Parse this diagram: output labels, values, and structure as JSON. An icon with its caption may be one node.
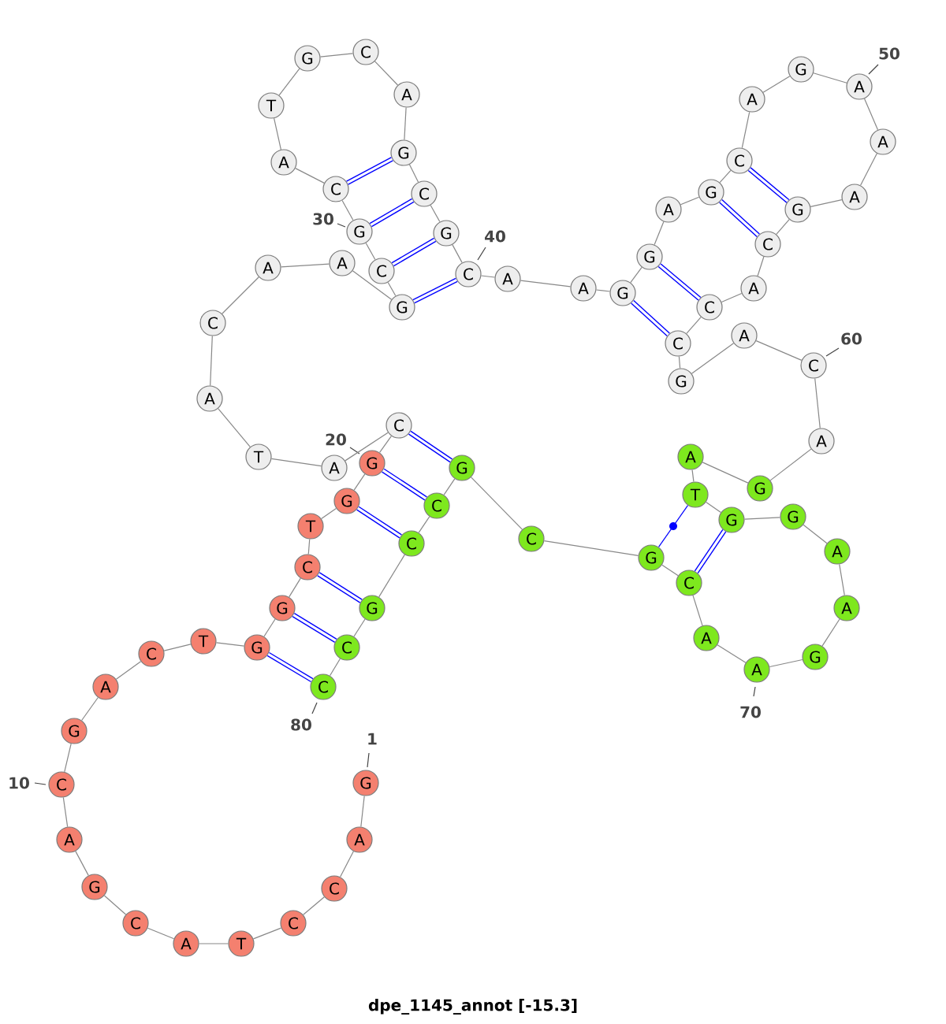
{
  "diagram": {
    "caption": "dpe_1145_annot [-15.3]",
    "nodes": [
      {
        "text": [
          "G"
        ],
        "beside": [
          "1"
        ]
      },
      {
        "text": [
          "A"
        ]
      },
      {
        "text": [
          "C"
        ]
      },
      {
        "text": [
          "C"
        ]
      },
      {
        "text": [
          "T"
        ]
      },
      {
        "text": [
          "A"
        ]
      },
      {
        "text": [
          "C"
        ]
      },
      {
        "text": [
          "G"
        ]
      },
      {
        "text": [
          "A"
        ]
      },
      {
        "text": [
          "C"
        ],
        "beside": [
          "10"
        ]
      },
      {
        "text": [
          "G"
        ]
      },
      {
        "text": [
          "A"
        ]
      },
      {
        "text": [
          "C"
        ]
      },
      {
        "text": [
          "T"
        ]
      },
      {
        "text": [
          "G"
        ]
      },
      {
        "text": [
          "G"
        ]
      },
      {
        "text": [
          "C"
        ]
      },
      {
        "text": [
          "T"
        ]
      },
      {
        "text": [
          "G"
        ]
      },
      {
        "text": [
          "G"
        ],
        "beside": [
          "20"
        ]
      },
      {
        "text": [
          "C"
        ]
      },
      {
        "text": [
          "A"
        ]
      },
      {
        "text": [
          "T"
        ]
      },
      {
        "text": [
          "A"
        ]
      },
      {
        "text": [
          "C"
        ]
      },
      {
        "text": [
          "A"
        ]
      },
      {
        "text": [
          "A"
        ]
      },
      {
        "text": [
          "G"
        ]
      },
      {
        "text": [
          "C"
        ]
      },
      {
        "text": [
          "G"
        ],
        "beside": [
          "30"
        ]
      },
      {
        "text": [
          "C"
        ]
      },
      {
        "text": [
          "A"
        ]
      },
      {
        "text": [
          "T"
        ]
      },
      {
        "text": [
          "G"
        ]
      },
      {
        "text": [
          "C"
        ]
      },
      {
        "text": [
          "A"
        ]
      },
      {
        "text": [
          "G"
        ]
      },
      {
        "text": [
          "C"
        ]
      },
      {
        "text": [
          "G"
        ]
      },
      {
        "text": [
          "C"
        ],
        "beside": [
          "40"
        ]
      },
      {
        "text": [
          "A"
        ]
      },
      {
        "text": [
          "A"
        ]
      },
      {
        "text": [
          "G"
        ]
      },
      {
        "text": [
          "G"
        ]
      },
      {
        "text": [
          "A"
        ]
      },
      {
        "text": [
          "G"
        ]
      },
      {
        "text": [
          "C"
        ]
      },
      {
        "text": [
          "A"
        ]
      },
      {
        "text": [
          "G"
        ]
      },
      {
        "text": [
          "A"
        ],
        "beside": [
          "50"
        ]
      },
      {
        "text": [
          "A"
        ]
      },
      {
        "text": [
          "A"
        ]
      },
      {
        "text": [
          "G"
        ]
      },
      {
        "text": [
          "C"
        ]
      },
      {
        "text": [
          "A"
        ]
      },
      {
        "text": [
          "C"
        ]
      },
      {
        "text": [
          "C"
        ]
      },
      {
        "text": [
          "G"
        ]
      },
      {
        "text": [
          "A"
        ]
      },
      {
        "text": [
          "C"
        ],
        "beside": [
          "60"
        ]
      },
      {
        "text": [
          "A"
        ]
      },
      {
        "text": [
          "G"
        ]
      },
      {
        "text": [
          "A"
        ]
      },
      {
        "text": [
          "T"
        ]
      },
      {
        "text": [
          "G"
        ]
      },
      {
        "text": [
          "G"
        ]
      },
      {
        "text": [
          "A"
        ]
      },
      {
        "text": [
          "A"
        ]
      },
      {
        "text": [
          "G"
        ]
      },
      {
        "text": [
          "A"
        ],
        "beside": [
          "70"
        ]
      },
      {
        "text": [
          "A"
        ]
      },
      {
        "text": [
          "C"
        ]
      },
      {
        "text": [
          "G"
        ]
      },
      {
        "text": [
          "C"
        ]
      },
      {
        "text": [
          "G"
        ]
      },
      {
        "text": [
          "C"
        ]
      },
      {
        "text": [
          "C"
        ]
      },
      {
        "text": [
          "G"
        ]
      },
      {
        "text": [
          "C"
        ]
      },
      {
        "text": [
          "C"
        ],
        "beside": [
          "80"
        ]
      }
    ],
    "edges": [
      {
        "from": 0,
        "to": 1,
        "arrow": "none"
      },
      {
        "from": 1,
        "to": 2,
        "arrow": "none"
      },
      {
        "from": 2,
        "to": 3,
        "arrow": "none"
      },
      {
        "from": 3,
        "to": 4,
        "arrow": "none"
      },
      {
        "from": 4,
        "to": 5,
        "arrow": "none"
      },
      {
        "from": 5,
        "to": 6,
        "arrow": "none"
      },
      {
        "from": 6,
        "to": 7,
        "arrow": "none"
      },
      {
        "from": 7,
        "to": 8,
        "arrow": "none"
      },
      {
        "from": 8,
        "to": 9,
        "arrow": "none"
      },
      {
        "from": 9,
        "to": 10,
        "arrow": "none"
      },
      {
        "from": 10,
        "to": 11,
        "arrow": "none"
      },
      {
        "from": 11,
        "to": 12,
        "arrow": "none"
      },
      {
        "from": 12,
        "to": 13,
        "arrow": "none"
      },
      {
        "from": 13,
        "to": 14,
        "arrow": "none"
      },
      {
        "from": 14,
        "to": 15,
        "arrow": "none"
      },
      {
        "from": 15,
        "to": 16,
        "arrow": "none"
      },
      {
        "from": 16,
        "to": 17,
        "arrow": "none"
      },
      {
        "from": 17,
        "to": 18,
        "arrow": "none"
      },
      {
        "from": 18,
        "to": 19,
        "arrow": "none"
      },
      {
        "from": 19,
        "to": 20,
        "arrow": "none"
      },
      {
        "from": 20,
        "to": 21,
        "arrow": "none"
      },
      {
        "from": 21,
        "to": 22,
        "arrow": "none"
      },
      {
        "from": 22,
        "to": 23,
        "arrow": "none"
      },
      {
        "from": 23,
        "to": 24,
        "arrow": "none"
      },
      {
        "from": 24,
        "to": 25,
        "arrow": "none"
      },
      {
        "from": 25,
        "to": 26,
        "arrow": "none"
      },
      {
        "from": 26,
        "to": 27,
        "arrow": "none"
      },
      {
        "from": 27,
        "to": 28,
        "arrow": "none"
      },
      {
        "from": 28,
        "to": 29,
        "arrow": "none"
      },
      {
        "from": 29,
        "to": 30,
        "arrow": "none"
      },
      {
        "from": 30,
        "to": 31,
        "arrow": "none"
      },
      {
        "from": 31,
        "to": 32,
        "arrow": "none"
      },
      {
        "from": 32,
        "to": 33,
        "arrow": "none"
      },
      {
        "from": 33,
        "to": 34,
        "arrow": "none"
      },
      {
        "from": 34,
        "to": 35,
        "arrow": "none"
      },
      {
        "from": 35,
        "to": 36,
        "arrow": "none"
      },
      {
        "from": 36,
        "to": 37,
        "arrow": "none"
      },
      {
        "from": 37,
        "to": 38,
        "arrow": "none"
      },
      {
        "from": 38,
        "to": 39,
        "arrow": "none"
      },
      {
        "from": 39,
        "to": 40,
        "arrow": "none"
      },
      {
        "from": 40,
        "to": 41,
        "arrow": "none"
      },
      {
        "from": 41,
        "to": 42,
        "arrow": "none"
      },
      {
        "from": 42,
        "to": 43,
        "arrow": "none"
      },
      {
        "from": 43,
        "to": 44,
        "arrow": "none"
      },
      {
        "from": 44,
        "to": 45,
        "arrow": "none"
      },
      {
        "from": 45,
        "to": 46,
        "arrow": "none"
      },
      {
        "from": 46,
        "to": 47,
        "arrow": "none"
      },
      {
        "from": 47,
        "to": 48,
        "arrow": "none"
      },
      {
        "from": 48,
        "to": 49,
        "arrow": "none"
      },
      {
        "from": 49,
        "to": 50,
        "arrow": "none"
      },
      {
        "from": 50,
        "to": 51,
        "arrow": "none"
      },
      {
        "from": 51,
        "to": 52,
        "arrow": "none"
      },
      {
        "from": 52,
        "to": 53,
        "arrow": "none"
      },
      {
        "from": 53,
        "to": 54,
        "arrow": "none"
      },
      {
        "from": 54,
        "to": 55,
        "arrow": "none"
      },
      {
        "from": 55,
        "to": 56,
        "arrow": "none"
      },
      {
        "from": 56,
        "to": 57,
        "arrow": "none"
      },
      {
        "from": 57,
        "to": 58,
        "arrow": "none"
      },
      {
        "from": 58,
        "to": 59,
        "arrow": "none"
      },
      {
        "from": 59,
        "to": 60,
        "arrow": "none"
      },
      {
        "from": 60,
        "to": 61,
        "arrow": "none"
      },
      {
        "from": 61,
        "to": 62,
        "arrow": "none"
      },
      {
        "from": 62,
        "to": 63,
        "arrow": "none"
      },
      {
        "from": 63,
        "to": 64,
        "arrow": "none"
      },
      {
        "from": 64,
        "to": 65,
        "arrow": "none"
      },
      {
        "from": 65,
        "to": 66,
        "arrow": "none"
      },
      {
        "from": 66,
        "to": 67,
        "arrow": "none"
      },
      {
        "from": 67,
        "to": 68,
        "arrow": "none"
      },
      {
        "from": 68,
        "to": 69,
        "arrow": "none"
      },
      {
        "from": 69,
        "to": 70,
        "arrow": "none"
      },
      {
        "from": 70,
        "to": 71,
        "arrow": "none"
      },
      {
        "from": 71,
        "to": 72,
        "arrow": "none"
      },
      {
        "from": 72,
        "to": 73,
        "arrow": "none"
      },
      {
        "from": 73,
        "to": 74,
        "arrow": "none"
      },
      {
        "from": 74,
        "to": 75,
        "arrow": "none"
      },
      {
        "from": 75,
        "to": 76,
        "arrow": "none"
      },
      {
        "from": 76,
        "to": 77,
        "arrow": "none"
      },
      {
        "from": 77,
        "to": 78,
        "arrow": "none"
      },
      {
        "from": 78,
        "to": 79,
        "arrow": "none"
      },
      {
        "from": 27,
        "to": 39,
        "arrow": "none",
        "color": "#0000ff",
        "style": "thick"
      },
      {
        "from": 28,
        "to": 38,
        "arrow": "none",
        "color": "#0000ff",
        "style": "thick"
      },
      {
        "from": 29,
        "to": 37,
        "arrow": "none",
        "color": "#0000ff",
        "style": "thick"
      },
      {
        "from": 30,
        "to": 36,
        "arrow": "none",
        "color": "#0000ff",
        "style": "thick"
      },
      {
        "from": 42,
        "to": 56,
        "arrow": "none",
        "color": "#0000ff",
        "style": "thick"
      },
      {
        "from": 43,
        "to": 55,
        "arrow": "none",
        "color": "#0000ff",
        "style": "thick"
      },
      {
        "from": 45,
        "to": 53,
        "arrow": "none",
        "color": "#0000ff",
        "style": "thick"
      },
      {
        "from": 46,
        "to": 52,
        "arrow": "none",
        "color": "#0000ff",
        "style": "thick"
      },
      {
        "from": 14,
        "to": 79,
        "arrow": "none",
        "color": "#0000ff",
        "style": "thick"
      },
      {
        "from": 15,
        "to": 78,
        "arrow": "none",
        "color": "#0000ff",
        "style": "thick"
      },
      {
        "from": 16,
        "to": 77,
        "arrow": "none",
        "color": "#0000ff",
        "style": "thick"
      },
      {
        "from": 18,
        "to": 76,
        "arrow": "none",
        "color": "#0000ff",
        "style": "thick"
      },
      {
        "from": 19,
        "to": 75,
        "arrow": "none",
        "color": "#0000ff",
        "style": "thick"
      },
      {
        "from": 20,
        "to": 74,
        "arrow": "none",
        "color": "#0000ff",
        "style": "thick"
      },
      {
        "from": 63,
        "to": 72,
        "arrow": "none",
        "color": "#0000ff"
      },
      {
        "from": 64,
        "to": 71,
        "arrow": "none",
        "color": "#0000ff",
        "style": "thick"
      }
    ]
  }
}
